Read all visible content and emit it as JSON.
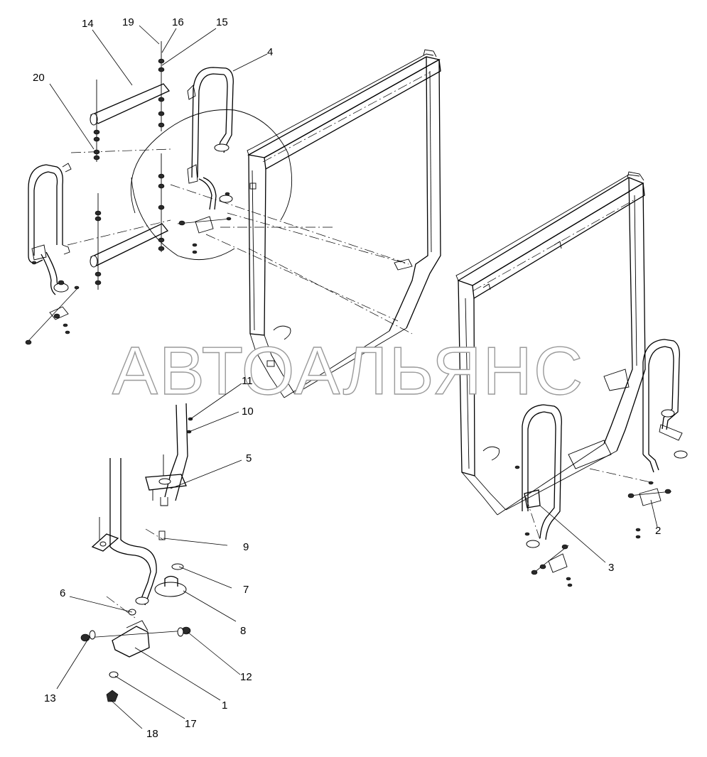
{
  "watermark": "АВТОАЛЬЯНС",
  "callouts": {
    "n1": "1",
    "n2": "2",
    "n3": "3",
    "n4": "4",
    "n5": "5",
    "n6": "6",
    "n7": "7",
    "n8": "8",
    "n9": "9",
    "n10": "10",
    "n11": "11",
    "n12": "12",
    "n13": "13",
    "n14": "14",
    "n15": "15",
    "n16": "16",
    "n17": "17",
    "n18": "18",
    "n19": "19",
    "n20": "20"
  }
}
